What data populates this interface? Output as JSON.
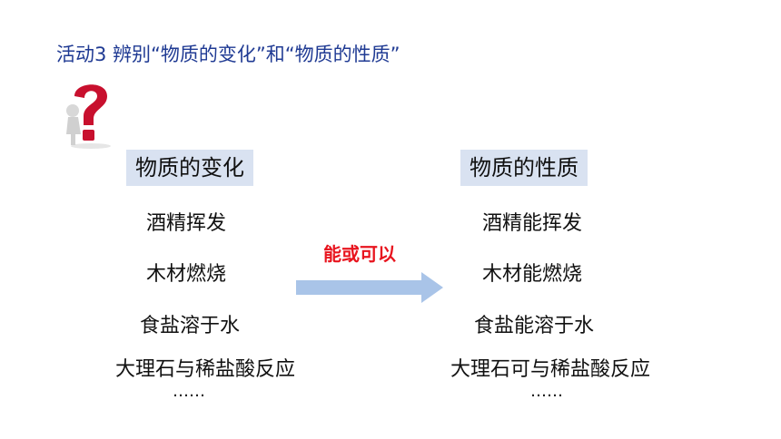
{
  "title": "活动3 辨别“物质的变化”和“物质的性质”",
  "left": {
    "header": "物质的变化",
    "items": [
      "酒精挥发",
      "木材燃烧",
      "食盐溶于水",
      "大理石与稀盐酸反应",
      "……"
    ]
  },
  "right": {
    "header": "物质的性质",
    "items": [
      "酒精能挥发",
      "木材能燃烧",
      "食盐能溶于水",
      "大理石可与稀盐酸反应",
      "……"
    ]
  },
  "arrow_label": "能或可以",
  "icons": {
    "question": "question-mark-figure-icon",
    "arrow": "right-arrow-icon"
  },
  "colors": {
    "title": "#1f3a93",
    "header_bg": "#d9e2f1",
    "arrow": "#a9c4e8",
    "arrow_label": "#e8141e",
    "question": "#c8102e"
  }
}
